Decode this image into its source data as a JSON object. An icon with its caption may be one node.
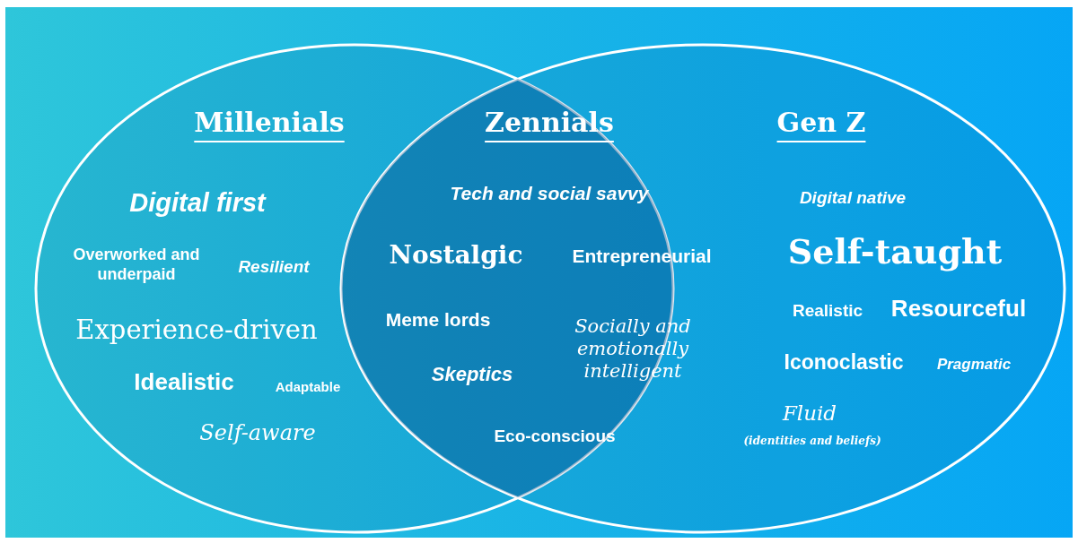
{
  "diagram": {
    "nodes": [
      {
        "text": [
          "Millenials",
          "Digital first",
          "Overworked and underpaid",
          "Resilient",
          "Experience-driven",
          "Idealistic",
          "Adaptable",
          "Self-aware"
        ]
      },
      {
        "text": [
          "Gen Z",
          "Digital native",
          "Self-taught",
          "Realistic",
          "Resourceful",
          "Iconoclastic",
          "Pragmatic",
          "Fluid",
          "(identities and beliefs)"
        ]
      },
      {
        "text": [
          "Zennials",
          "Tech and social savvy",
          "Nostalgic",
          "Entrepreneurial",
          "Meme lords",
          "Socially and emotionally intelligent",
          "Skeptics",
          "Eco-conscious"
        ]
      }
    ],
    "edges": []
  }
}
